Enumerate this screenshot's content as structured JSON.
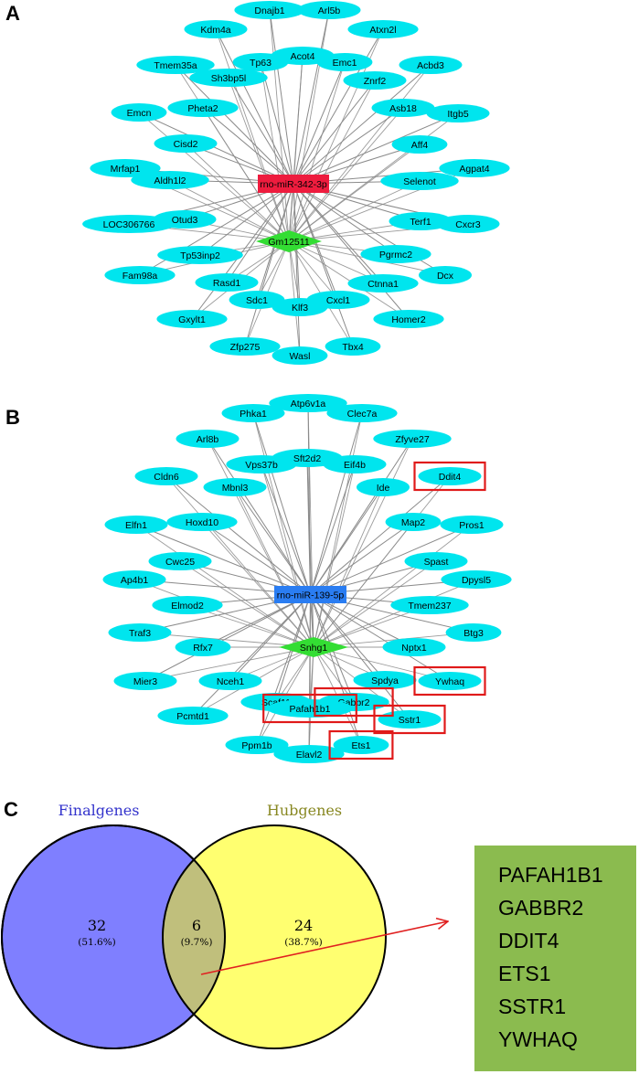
{
  "panels": {
    "a": {
      "label": "A",
      "center": "rno-miR-342-3p",
      "lnc": "Gm12511",
      "targets": [
        "Dnajb1",
        "Arl5b",
        "Kdm4a",
        "Atxn2l",
        "Tp63",
        "Acot4",
        "Emc1",
        "Tmem35a",
        "Acbd3",
        "Sh3bp5l",
        "Znrf2",
        "Pheta2",
        "Emcn",
        "Asb18",
        "Itgb5",
        "Cisd2",
        "Aff4",
        "Mrfap1",
        "Agpat4",
        "Aldh1l2",
        "Selenot",
        "LOC306766",
        "Otud3",
        "Terf1",
        "Cxcr3",
        "Tp53inp2",
        "Pgrmc2",
        "Fam98a",
        "Dcx",
        "Rasd1",
        "Ctnna1",
        "Sdc1",
        "Cxcl1",
        "Gxylt1",
        "Klf3",
        "Homer2",
        "Zfp275",
        "Tbx4",
        "Wasl"
      ]
    },
    "b": {
      "label": "B",
      "center": "rno-miR-139-5p",
      "lnc": "Snhg1",
      "targets": [
        "Atp6v1a",
        "Phka1",
        "Clec7a",
        "Arl8b",
        "Zfyve27",
        "Sft2d2",
        "Vps37b",
        "Eif4b",
        "Cldn6",
        "Ddit4",
        "Mbnl3",
        "Ide",
        "Hoxd10",
        "Elfn1",
        "Map2",
        "Pros1",
        "Cwc25",
        "Spast",
        "Ap4b1",
        "Dpysl5",
        "Elmod2",
        "Tmem237",
        "Traf3",
        "Btg3",
        "Rfx7",
        "Nptx1",
        "Mier3",
        "Nceh1",
        "Ywhaq",
        "Spdya",
        "Scaf11",
        "Gabbr2",
        "Pafah1b1",
        "Pcmtd1",
        "Sstr1",
        "Ppm1b",
        "Ets1",
        "Elavl2"
      ],
      "highlighted": [
        "Ddit4",
        "Ywhaq",
        "Pafah1b1",
        "Gabbr2",
        "Sstr1",
        "Ets1"
      ]
    },
    "c": {
      "label": "C",
      "left_set": {
        "name": "Finalgenes",
        "count": "32",
        "pct": "(51.6%)"
      },
      "overlap": {
        "count": "6",
        "pct": "(9.7%)"
      },
      "right_set": {
        "name": "Hubgenes",
        "count": "24",
        "pct": "(38.7%)"
      },
      "gene_list": [
        "PAFAH1B1",
        "GABBR2",
        "DDIT4",
        "ETS1",
        "SSTR1",
        "YWHAQ"
      ]
    }
  },
  "colors": {
    "target_node": "#00e5ee",
    "mirna_a": "#ee1c3e",
    "mirna_b": "#2a7df2",
    "lnc_node": "#33dd33",
    "edge": "#8a8a8a",
    "highlight_box": "#e01a1a",
    "venn_left": "#7f7fff",
    "venn_right": "#ffff70",
    "venn_overlap": "#c0bf7c",
    "left_title": "#3333cc",
    "right_title": "#888822",
    "gene_box": "#8bbb4f",
    "arrow": "#e02020"
  }
}
